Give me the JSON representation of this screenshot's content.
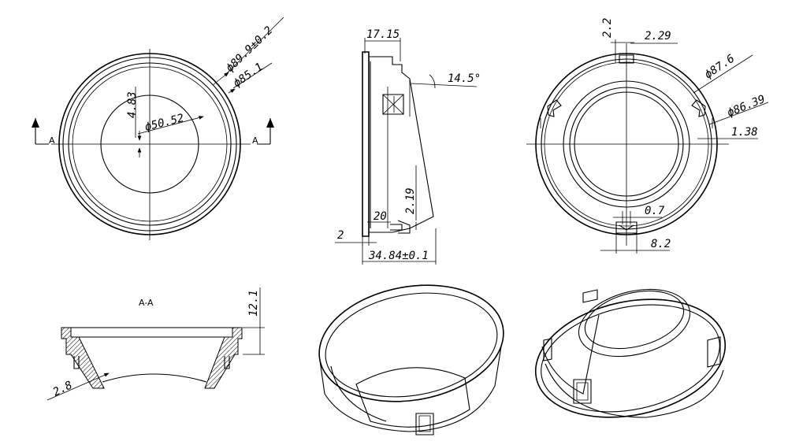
{
  "front_view": {
    "dim_outer": "ϕ89.9±0.2",
    "dim_second": "ϕ85.1",
    "dim_inner": "ϕ50.52",
    "dim_offset": "4.83",
    "section_left": "A",
    "section_right": "A"
  },
  "side_view": {
    "dim_top": "17.15",
    "dim_angle": "14.5°",
    "dim_height": "2.19",
    "dim_20": "20",
    "dim_2": "2",
    "dim_total": "34.84±0.1"
  },
  "back_view": {
    "dim_22": "2.2",
    "dim_229": "2.29",
    "dim_876": "ϕ87.6",
    "dim_8639": "ϕ86.39",
    "dim_138": "1.38",
    "dim_07": "0.7",
    "dim_82": "8.2"
  },
  "section_view": {
    "title": "A-A",
    "dim_121": "12.1",
    "dim_28": "2.8"
  }
}
